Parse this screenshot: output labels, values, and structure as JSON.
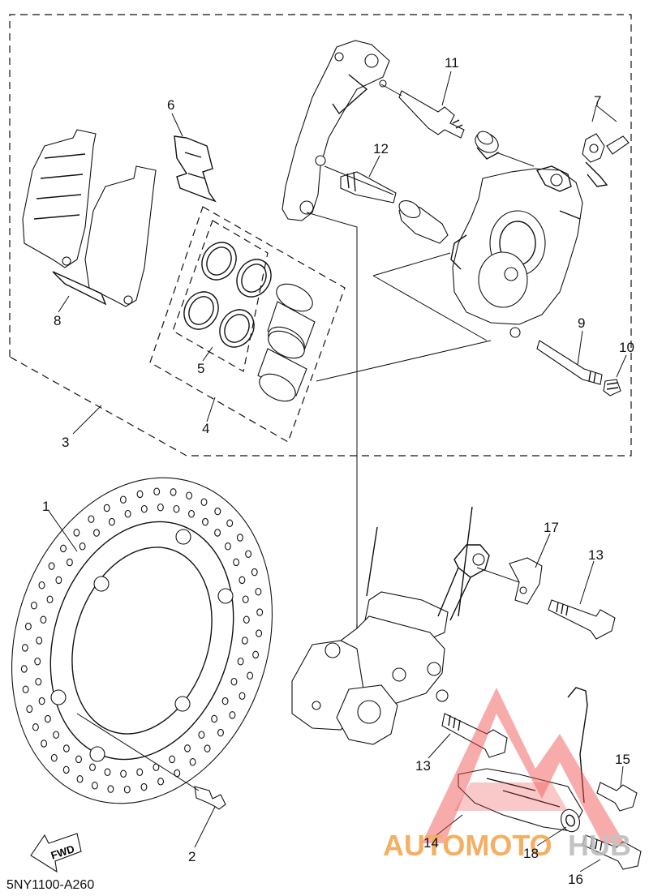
{
  "diagram": {
    "part_labels": [
      "1",
      "2",
      "3",
      "4",
      "5",
      "6",
      "7",
      "8",
      "9",
      "10",
      "11",
      "12",
      "13",
      "13",
      "14",
      "15",
      "16",
      "17",
      "18"
    ],
    "fwd_label": "FWD",
    "catalog_code": "5NY1100-A260"
  },
  "watermark": {
    "text_left": "AUTOMOTO",
    "text_right": "HUB",
    "color_primary": "#f3a24a",
    "color_secondary": "#b9b9b9",
    "logo_color": "#ee4b4b"
  }
}
